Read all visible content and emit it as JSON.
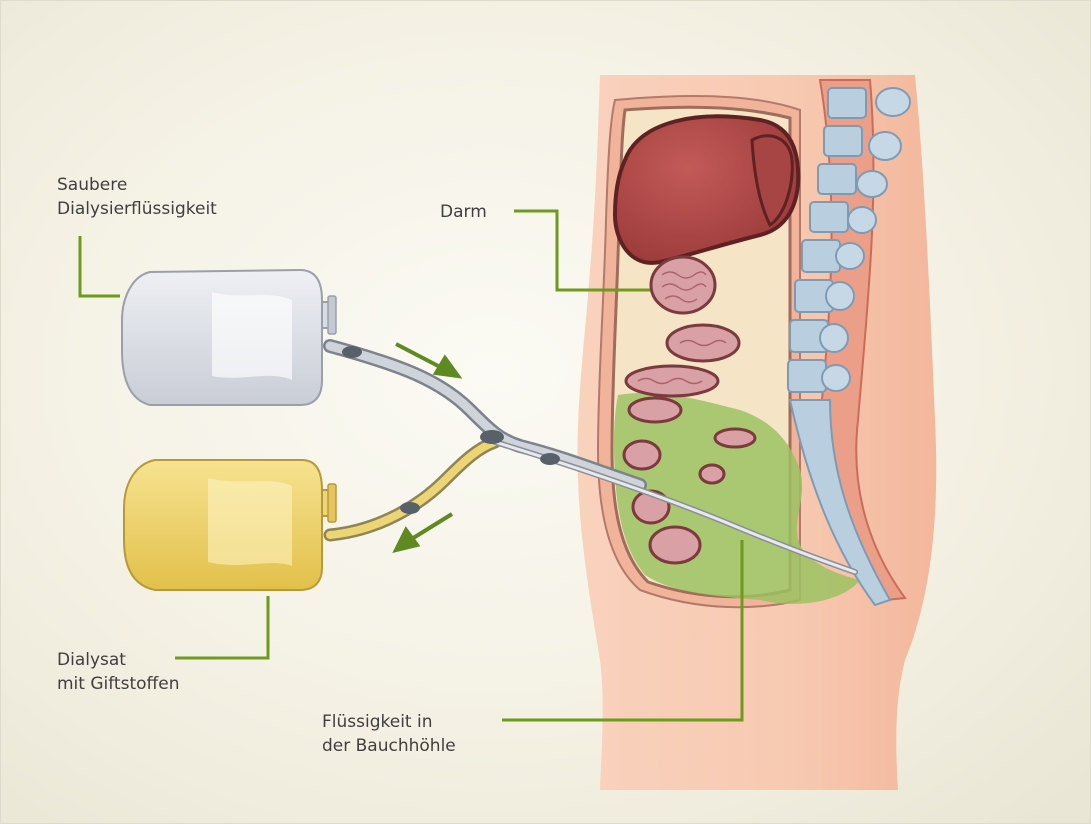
{
  "labels": {
    "clean_fluid": {
      "line1": "Saubere",
      "line2": "Dialysierflüssigkeit"
    },
    "intestine": {
      "line1": "Darm"
    },
    "dialysate": {
      "line1": "Dialysat",
      "line2": "mit Giftstoffen"
    },
    "abdominal_fluid": {
      "line1": "Flüssigkeit in",
      "line2": "der Bauchhöhle"
    }
  },
  "colors": {
    "leader_line": "#6e9a1e",
    "arrow": "#5f8a22",
    "clean_bag": "#dcdfe6",
    "dialysate_bag": "#ecd05a",
    "liver": "#b24b4b",
    "abdominal_fluid": "#9cc262",
    "skin": "#f6c5ae",
    "bone": "#b9cfe0"
  }
}
